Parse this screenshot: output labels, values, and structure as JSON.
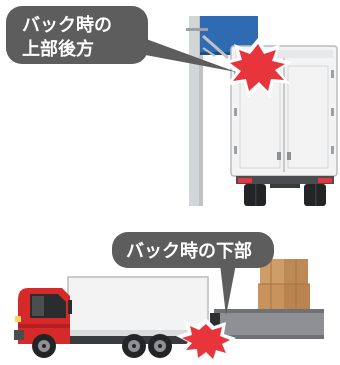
{
  "callouts": {
    "top": {
      "line1": "バック時の",
      "line2": "上部後方"
    },
    "bottom": {
      "text": "バック時の下部"
    }
  },
  "colors": {
    "callout_bg": "#5d5d5d",
    "impact_red": "#e8343b",
    "impact_white": "#ffffff",
    "cab_red": "#d62a2a",
    "sign_blue": "#2f6bb3",
    "pole_gray": "#cfd2d5",
    "truck_body_white": "#f2f2f2",
    "ground_gray": "#8e9093",
    "boxes_tan": "#c8935c"
  },
  "icons": {
    "top_impact": "collision-burst-icon",
    "bottom_impact": "collision-burst-icon"
  }
}
